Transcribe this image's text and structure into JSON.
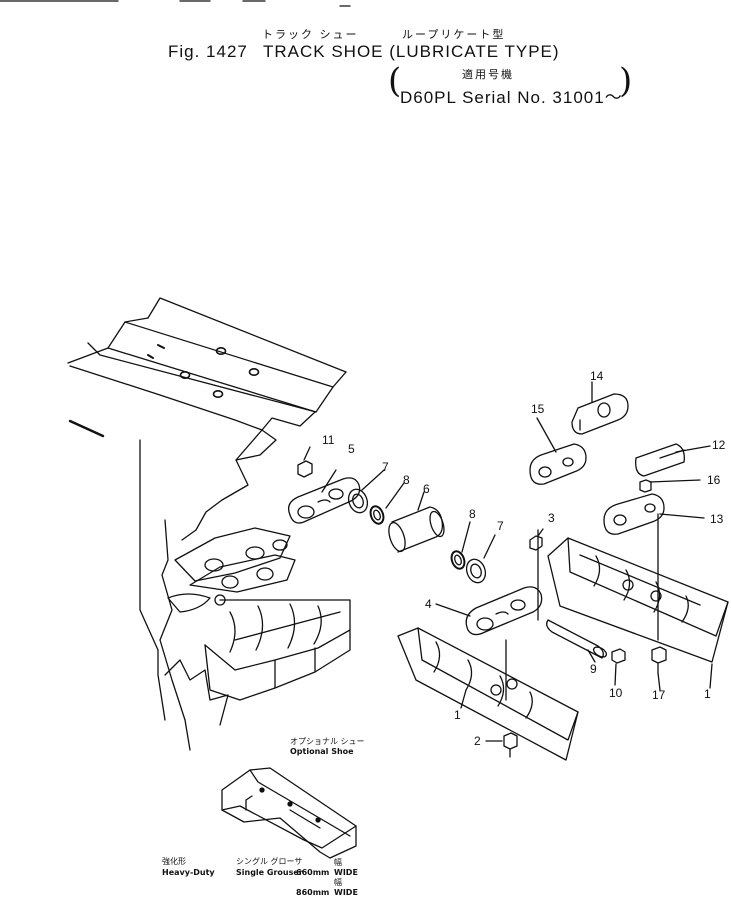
{
  "header": {
    "jp_title_left": "トラック シュー",
    "jp_title_right": "ループリケート型",
    "fig_label": "Fig. 1427",
    "title": "TRACK SHOE (LUBRICATE TYPE)",
    "jp_applicable": "適用号機",
    "serial": "D60PL Serial No. 31001～"
  },
  "callouts": [
    "1",
    "1",
    "2",
    "3",
    "4",
    "5",
    "6",
    "7",
    "7",
    "8",
    "8",
    "9",
    "10",
    "11",
    "12",
    "13",
    "14",
    "15",
    "16",
    "17"
  ],
  "optional_shoe": {
    "jp_label": "オプショナル シュー",
    "label": "Optional Shoe",
    "jp_heavy_duty": "強化形",
    "heavy_duty": "Heavy-Duty",
    "jp_single_grouser": "シングル グローサ",
    "single_grouser": "Single Grouser",
    "size1": "660mm",
    "jp_wide1": "幅",
    "wide1": "WIDE",
    "size2": "860mm",
    "jp_wide2": "幅",
    "wide2": "WIDE"
  }
}
